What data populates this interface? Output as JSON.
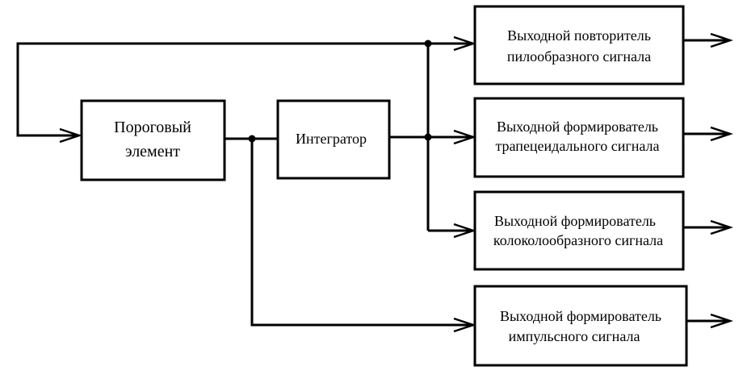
{
  "blocks": {
    "threshold": {
      "line1": "Пороговый",
      "line2": "элемент"
    },
    "integrator": {
      "line1": "Интегратор"
    },
    "out_sawtooth": {
      "line1": "Выходной повторитель",
      "line2": "пилообразного сигнала"
    },
    "out_trapezoid": {
      "line1": "Выходной формирователь",
      "line2": "трапецеидального сигнала"
    },
    "out_bell": {
      "line1": "Выходной формирователь",
      "line2": "колоколообразного сигнала"
    },
    "out_pulse": {
      "line1": "Выходной формирователь",
      "line2": "импульсного сигнала"
    }
  },
  "colors": {
    "line": "#000000",
    "background": "#ffffff"
  }
}
